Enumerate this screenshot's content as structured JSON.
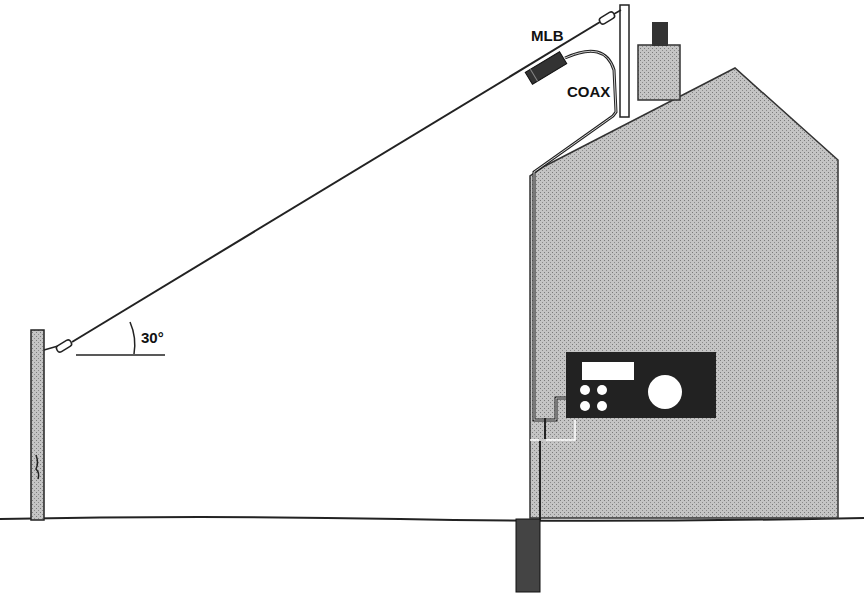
{
  "diagram": {
    "labels": [
      "MLB",
      "COAX",
      "30°"
    ]
  }
}
